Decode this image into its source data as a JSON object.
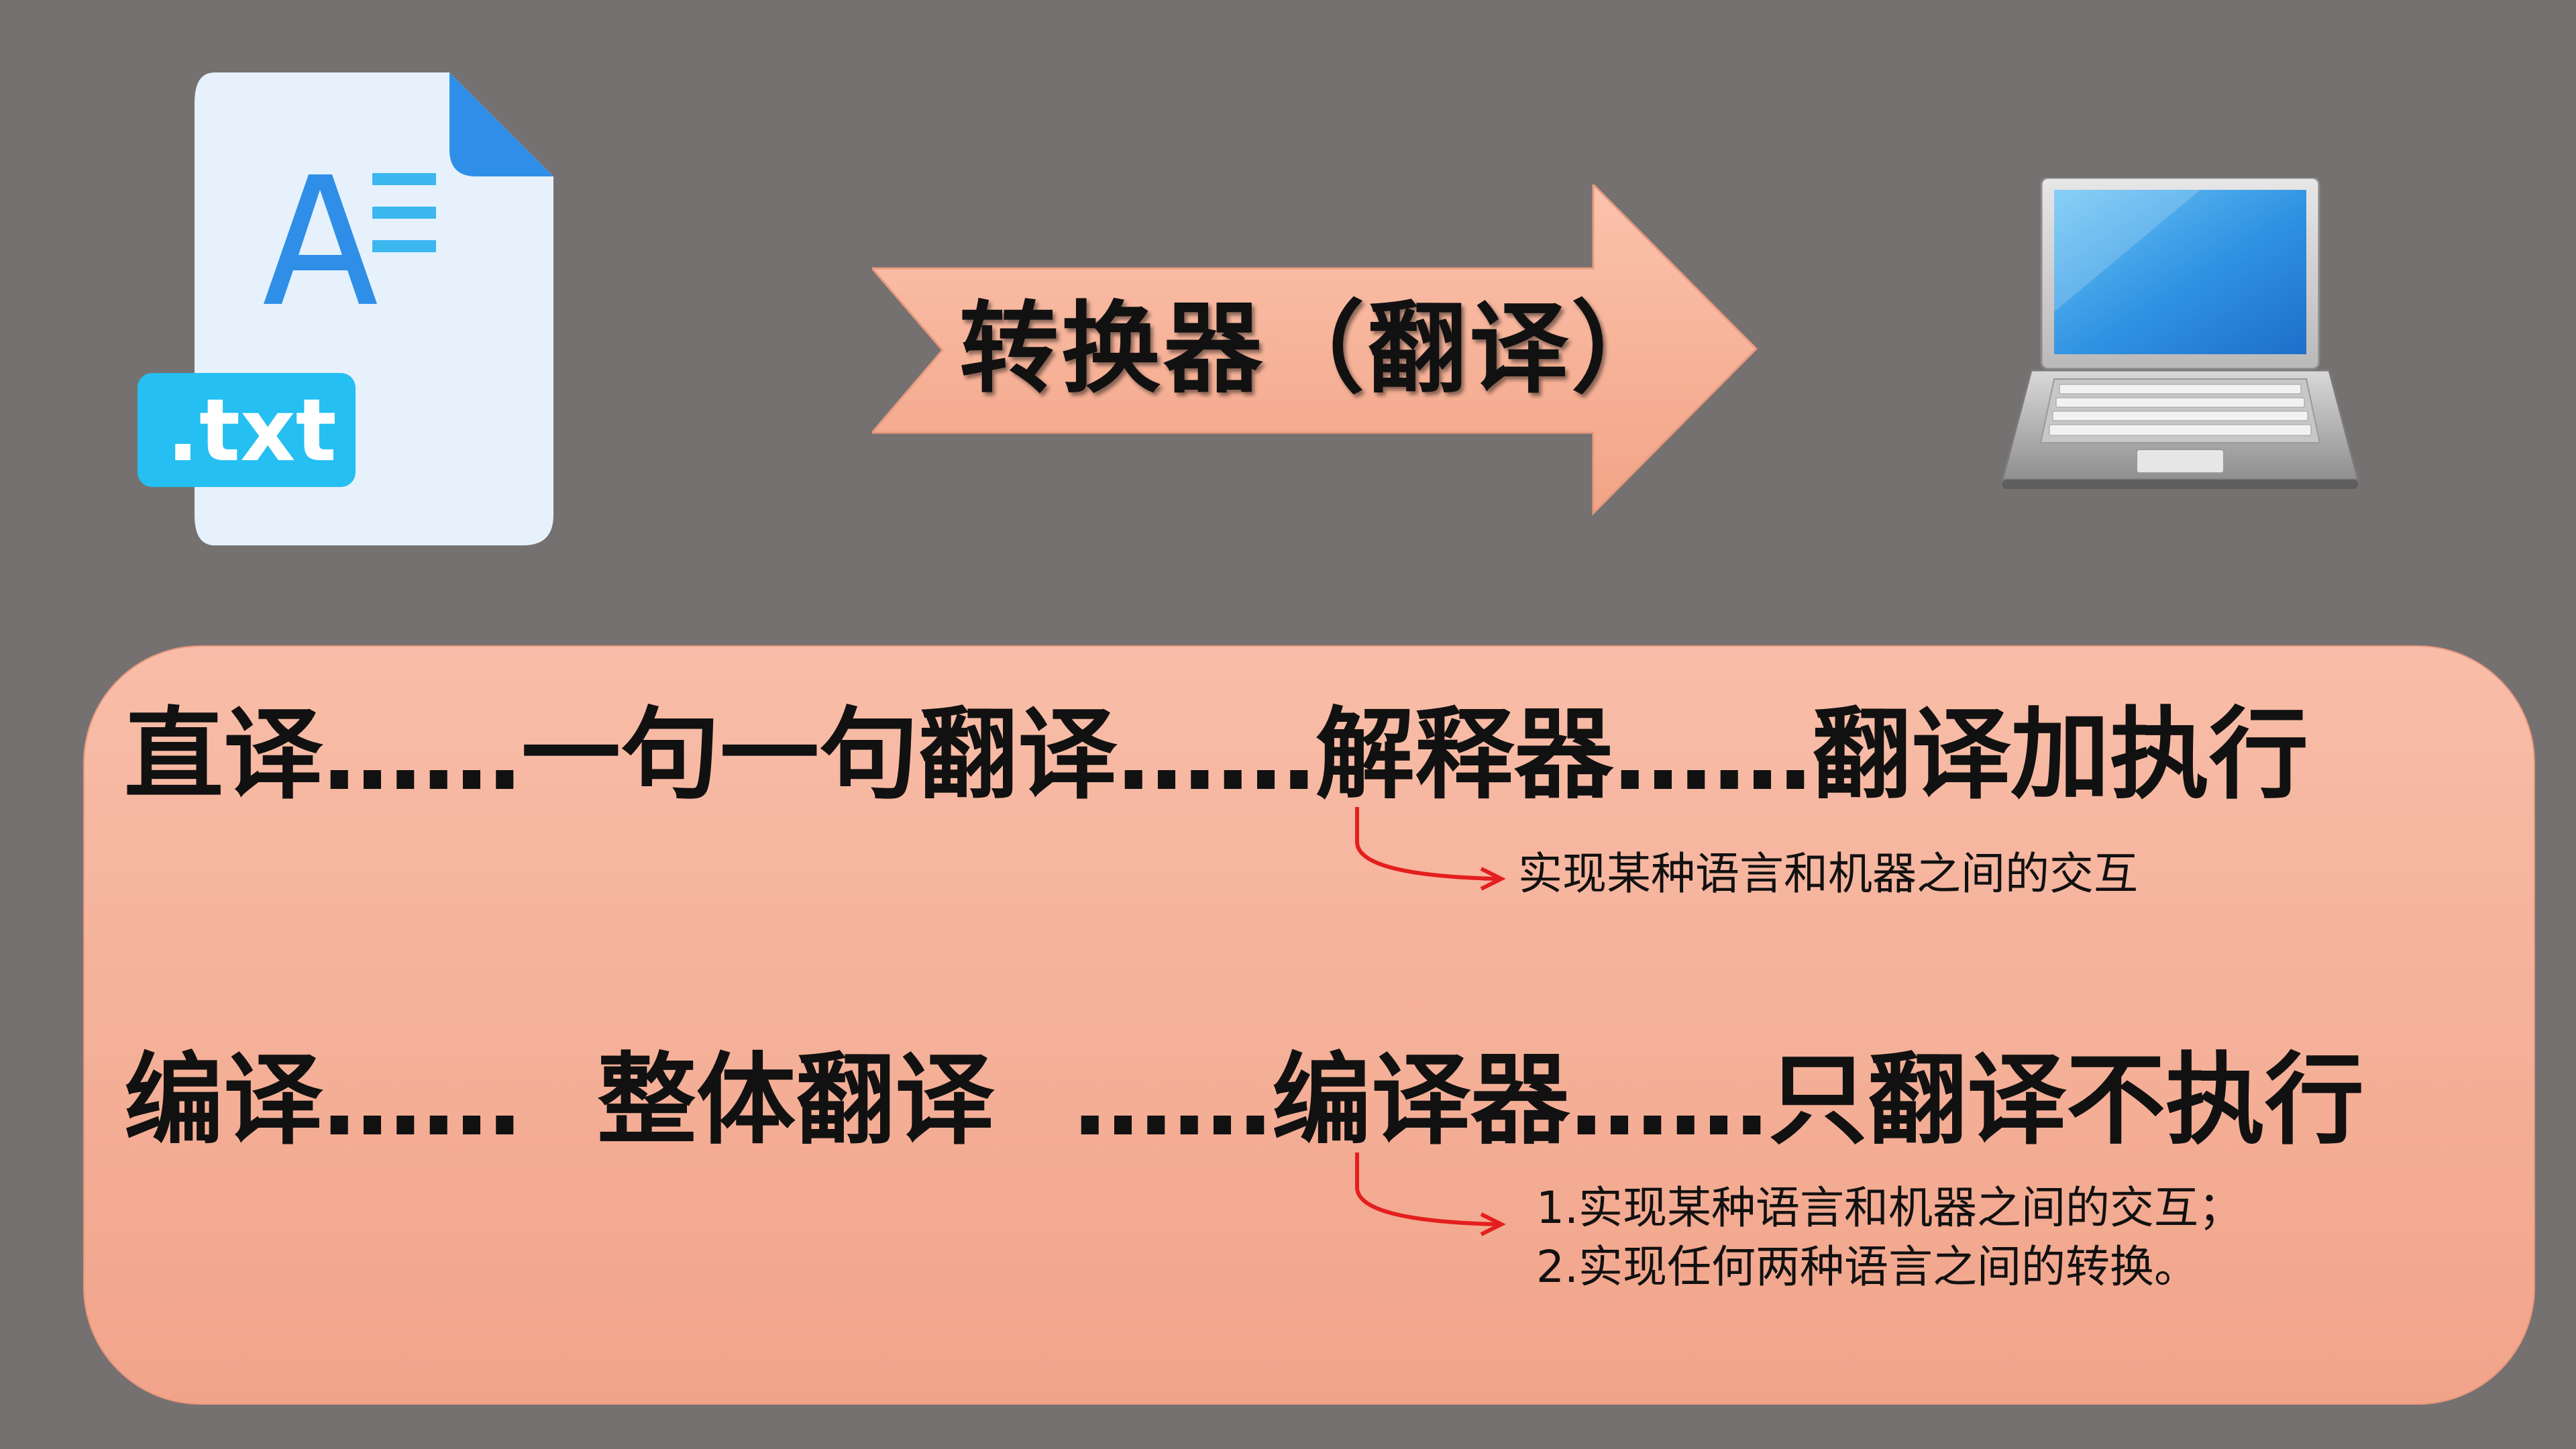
{
  "file_icon": {
    "badge": ".txt",
    "glyph": "A",
    "icon": "text-file-icon"
  },
  "arrow": {
    "label": "转换器（翻译）",
    "color": "#f6b49e"
  },
  "laptop": {
    "icon": "laptop-icon"
  },
  "panel": {
    "line1": "直译……一句一句翻译……解释器……翻译加执行",
    "note1": "实现某种语言和机器之间的交互",
    "line2_left": "编译……",
    "line2_mid": "整体翻译",
    "line2_right": "……编译器……只翻译不执行",
    "note2": [
      "1.实现某种语言和机器之间的交互；",
      "2.实现任何两种语言之间的转换。"
    ],
    "pointer_color": "#e41e1e"
  }
}
